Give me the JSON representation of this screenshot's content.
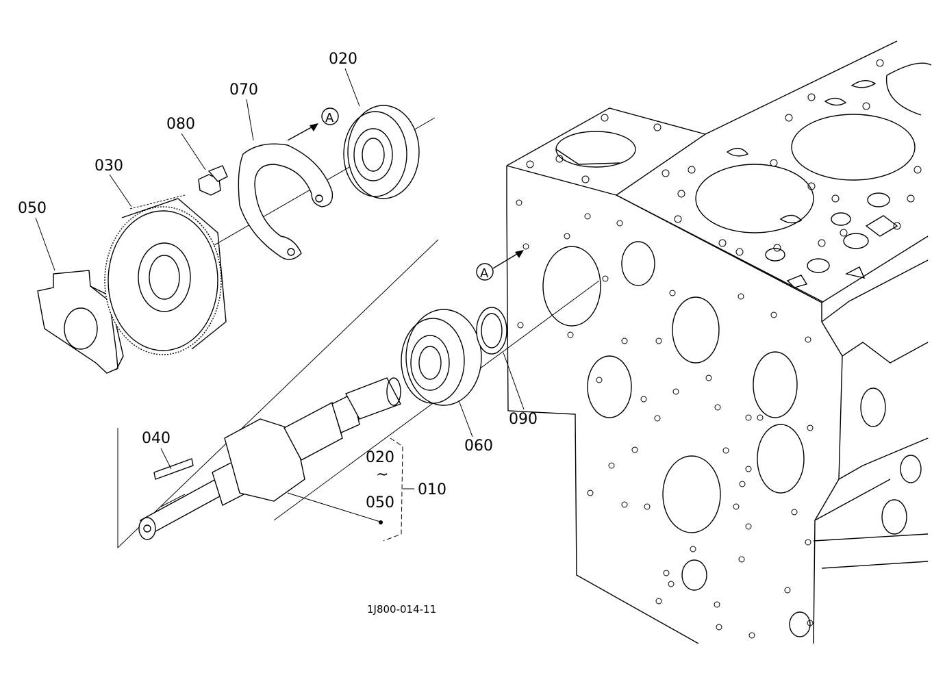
{
  "parts": {
    "p020": "020",
    "p070": "070",
    "p080": "080",
    "p030": "030",
    "p050": "050",
    "p040": "040",
    "p060": "060",
    "p090": "090",
    "p010": "010",
    "range_from": "020",
    "range_sep": "~",
    "range_to": "050"
  },
  "view_markers": {
    "a1": "A",
    "a2": "A"
  },
  "drawing_number": "1J800-014-11"
}
